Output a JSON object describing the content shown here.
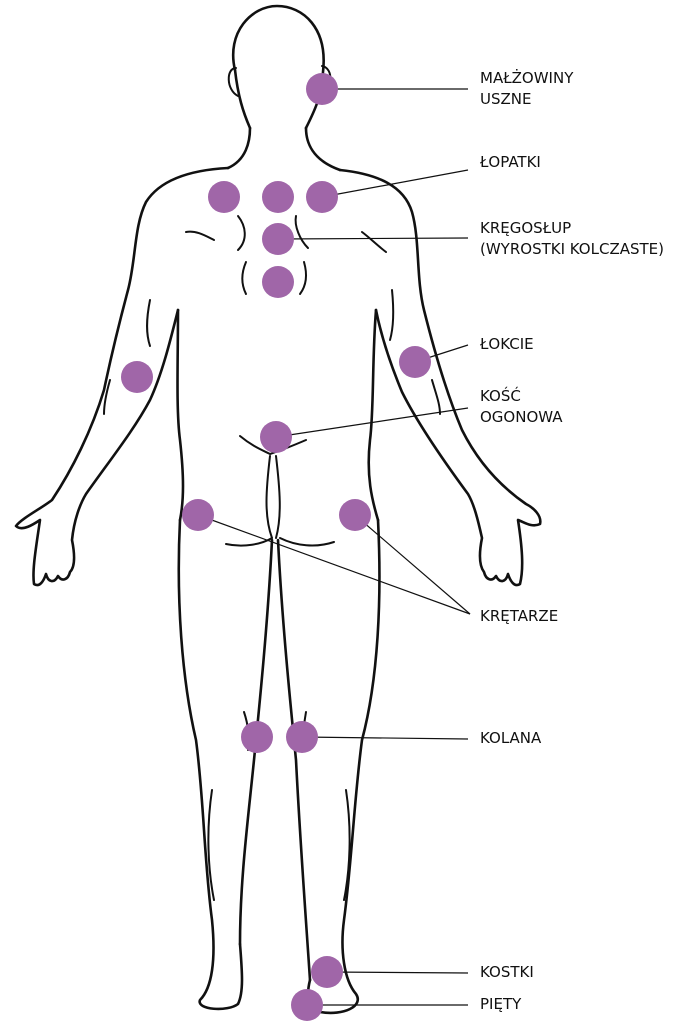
{
  "colors": {
    "marker": "#a066a8",
    "line": "#111111",
    "background": "#ffffff"
  },
  "labels": {
    "ears": {
      "line1": "MAŁŻOWINY",
      "line2": "USZNE"
    },
    "shoulder_blades": "ŁOPATKI",
    "spine": {
      "line1": "KRĘGOSŁUP",
      "line2": "(WYROSTKI KOLCZASTE)"
    },
    "elbows": "ŁOKCIE",
    "tailbone": {
      "line1": "KOŚĆ",
      "line2": "OGONOWA"
    },
    "trochanters": "KRĘTARZE",
    "knees": "KOLANA",
    "ankles": "KOSTKI",
    "heels": "PIĘTY"
  }
}
